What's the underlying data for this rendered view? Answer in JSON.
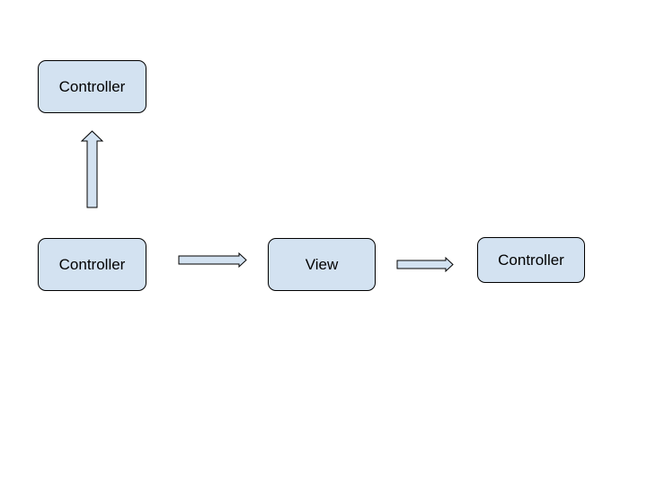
{
  "diagram": {
    "node_fill": "#d3e2f1",
    "node_stroke": "#000000",
    "arrow_fill": "#d3e2f1",
    "nodes": [
      {
        "id": "controller-top",
        "label": "Controller"
      },
      {
        "id": "controller-left",
        "label": "Controller"
      },
      {
        "id": "view",
        "label": "View"
      },
      {
        "id": "controller-right",
        "label": "Controller"
      }
    ],
    "edges": [
      {
        "from": "controller-left",
        "to": "controller-top",
        "style": "block-arrow"
      },
      {
        "from": "controller-left",
        "to": "view",
        "style": "block-arrow"
      },
      {
        "from": "view",
        "to": "controller-right",
        "style": "block-arrow"
      }
    ]
  }
}
